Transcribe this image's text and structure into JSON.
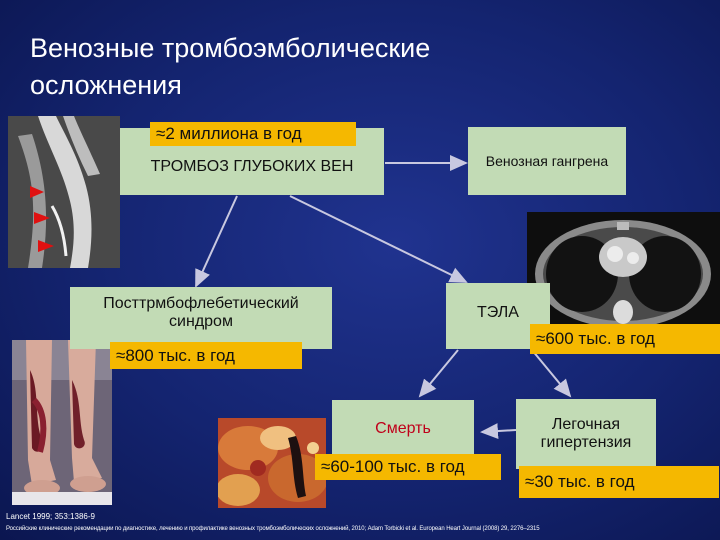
{
  "title": {
    "line1": "Венозные тромбоэмболические",
    "line2": "осложнения"
  },
  "nodes": {
    "dvt": "ТРОМБОЗ ГЛУБОКИХ ВЕН",
    "gangrene": "Венозная гангрена",
    "pts_line1": "Посттрмбофлебетический",
    "pts_line2": "синдром",
    "pe": "ТЭЛА",
    "death": "Смерть",
    "pulm_line1": "Легочная",
    "pulm_line2": "гипертензия"
  },
  "labels": {
    "dvt_count": "≈2 миллиона в год",
    "pts_count": "≈800 тыс. в год",
    "pe_count": "≈600 тыс. в год",
    "death_count": "≈60-100 тыс. в год",
    "pulm_count": "≈30 тыс. в год"
  },
  "footer": {
    "ref1": "Lancet 1999; 353:1386-9",
    "ref2": "Российские клинические рекомендации по диагностике, лечению и профилактике венозных тромбоэмболических осложнений, 2010; Adam Torbicki et al. European Heart Journal (2008) 29, 2276–2315"
  },
  "colors": {
    "box_fill": "#c2dbb5",
    "label_fill": "#f5b800",
    "death_text": "#c0001a",
    "arrow": "#c8c8e0"
  },
  "images": [
    "venogram-image",
    "ct-scan-image",
    "legs-photo",
    "thrombus-photo"
  ]
}
